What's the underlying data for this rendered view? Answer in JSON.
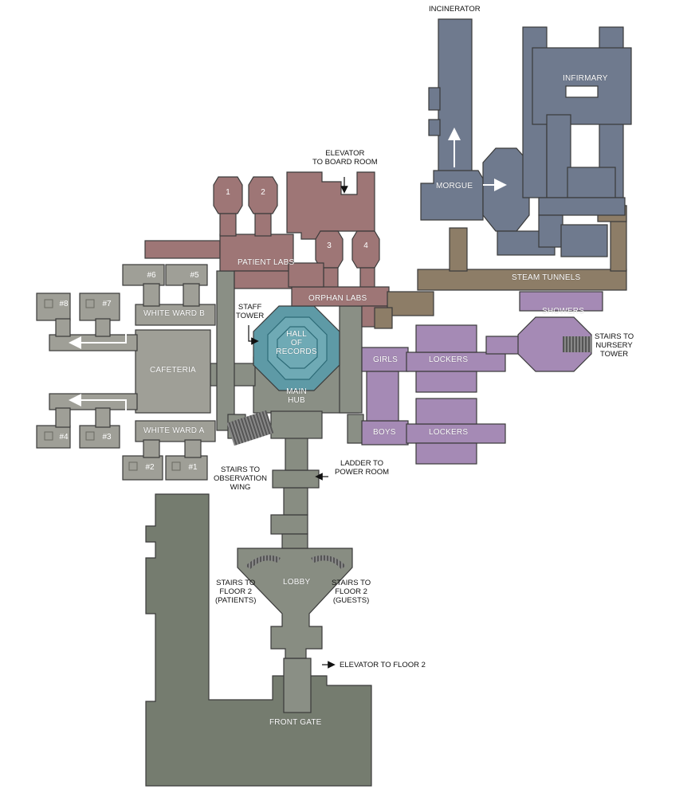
{
  "colors": {
    "lab_zone": "#9e7676",
    "morgue_zone": "#6f7a8e",
    "tunnel_zone": "#8d7d67",
    "locker_zone": "#a58ab5",
    "records_zone": "#5e9aa6",
    "main_zone": "#8a8f85",
    "entry_zone": "#757c6f",
    "ward_zone": "#9f9f97",
    "outline": "#3a3a3a"
  },
  "labels": {
    "incinerator": "INCINERATOR",
    "infirmary": "INFIRMARY",
    "elevator_board_room": [
      "ELEVATOR",
      "TO BOARD ROOM"
    ],
    "morgue": "MORGUE",
    "patient_labs": "PATIENT LABS",
    "orphan_labs": "ORPHAN LABS",
    "steam_tunnels": "STEAM TUNNELS",
    "showers": "SHOWERS",
    "stairs_nursery": [
      "STAIRS TO",
      "NURSERY",
      "TOWER"
    ],
    "staff_tower": [
      "STAFF",
      "TOWER"
    ],
    "hall_of_records": [
      "HALL",
      "OF",
      "RECORDS"
    ],
    "white_ward_b": "WHITE WARD B",
    "white_ward_a": "WHITE WARD A",
    "cafeteria": "CAFETERIA",
    "girls": "GIRLS",
    "boys": "BOYS",
    "lockers_top": "LOCKERS",
    "lockers_bottom": "LOCKERS",
    "main_hub": [
      "MAIN",
      "HUB"
    ],
    "stairs_observation": [
      "STAIRS TO",
      "OBSERVATION",
      "WING"
    ],
    "ladder_power": [
      "LADDER TO",
      "POWER ROOM"
    ],
    "lobby": "LOBBY",
    "stairs_patients": [
      "STAIRS TO",
      "FLOOR 2",
      "(PATIENTS)"
    ],
    "stairs_guests": [
      "STAIRS TO",
      "FLOOR 2",
      "(GUESTS)"
    ],
    "elevator_floor2": "ELEVATOR TO FLOOR 2",
    "front_gate": "FRONT GATE"
  },
  "rooms": {
    "lab_numbers": [
      "1",
      "2",
      "3",
      "4"
    ],
    "ward_numbers": [
      "#6",
      "#5",
      "#8",
      "#7",
      "#4",
      "#3",
      "#2",
      "#1"
    ]
  }
}
